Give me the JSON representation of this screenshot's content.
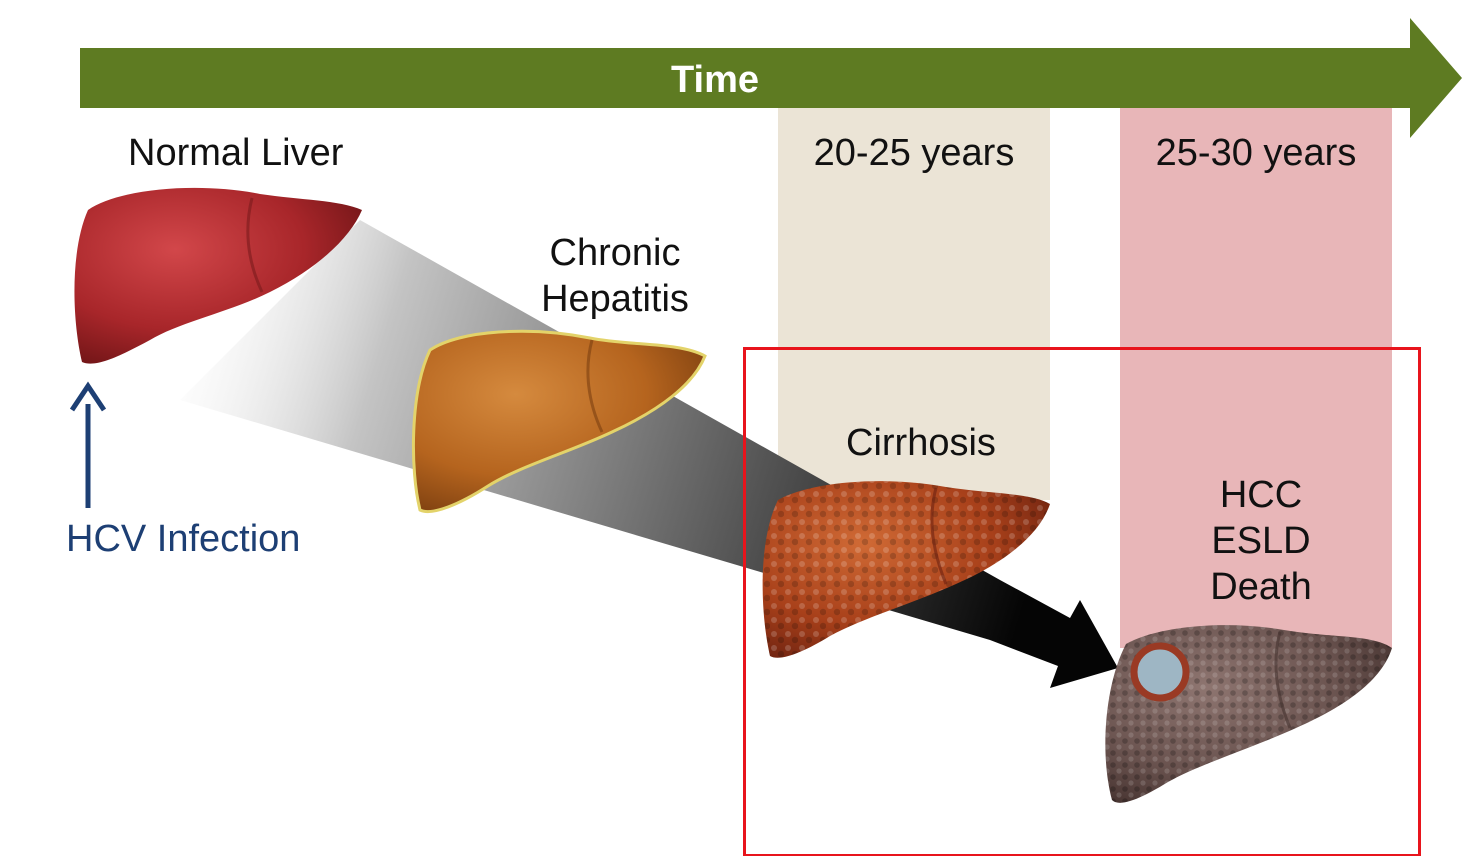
{
  "timeline": {
    "label": "Time",
    "color": "#5e7b22"
  },
  "stages": {
    "normal": "Normal Liver",
    "chronic": "Chronic\nHepatitis",
    "cirrhosis": "Cirrhosis",
    "outcomes": "HCC\nESLD\nDeath"
  },
  "periods": {
    "first": "20-25 years",
    "second": "25-30 years"
  },
  "trigger": {
    "label": "HCV Infection",
    "color": "#1d3f74"
  },
  "colors": {
    "band_first": "#ebe4d6",
    "band_second": "#e8b6b8",
    "highlight": "#e8141c",
    "liver_normal": "#a8262a",
    "liver_chronic": "#b5641e",
    "liver_cirrhosis": "#a8401a",
    "liver_hcc": "#6b5450"
  }
}
